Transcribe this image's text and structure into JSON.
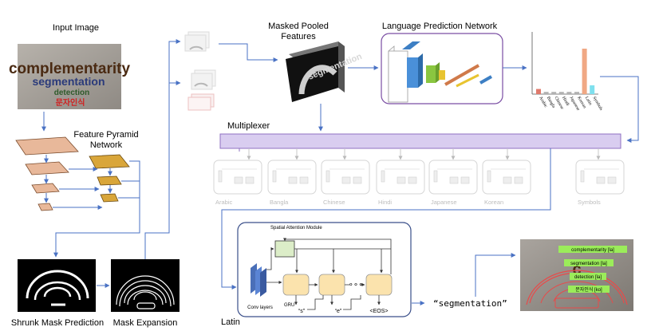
{
  "input_image": {
    "title": "Input Image",
    "words": [
      "complementarity",
      "segmentation",
      "detection",
      "문자인식"
    ]
  },
  "fpn": {
    "title_line1": "Feature Pyramid",
    "title_line2": "Network"
  },
  "masked_features": {
    "title_line1": "Masked Pooled",
    "title_line2": "Features",
    "word": "segmentation"
  },
  "lpn": {
    "title": "Language Prediction Network"
  },
  "lang_chart": {
    "categories": [
      "Arabic",
      "Bangla",
      "Chinese",
      "Hindi",
      "Japanese",
      "Korean",
      "Latin",
      "Symbols"
    ],
    "values": [
      0.07,
      0.03,
      0.03,
      0.03,
      0.03,
      0.03,
      0.62,
      0.12
    ],
    "colors": [
      "#e07a6c",
      "#b0b0b0",
      "#b0b0b0",
      "#b0b0b0",
      "#b0b0b0",
      "#b0b0b0",
      "#f0a884",
      "#7fe0ee"
    ]
  },
  "multiplexer": {
    "title": "Multiplexer"
  },
  "recognizers": [
    "Arabic",
    "Bangla",
    "Chinese",
    "Hindi",
    "Japanese",
    "Korean",
    "Symbols"
  ],
  "latin_head": {
    "title": "Latin",
    "attention": "Spatial Attention Module",
    "conv": "Conv layers",
    "gru": "GRU",
    "token_s": "“s”",
    "token_e": "“e”",
    "eos": "<EOS>",
    "dots": "∘∘∘"
  },
  "output_text": "“segmentation”",
  "shrunk_mask": {
    "title": "Shrunk Mask Prediction"
  },
  "mask_expansion": {
    "title": "Mask Expansion"
  },
  "result_labels": [
    "complementarity [la]",
    "segmentation [la]",
    "detection [la]",
    "문자인식 [ko]"
  ],
  "colors": {
    "accent_purple": "#7a4ea3",
    "arrow_blue": "#4a72c4",
    "fpn_orange": "#e8b89a",
    "fpn_gold": "#d9a63a",
    "gru_fill": "#fbe3ad",
    "attention_fill": "#dcedc8"
  }
}
